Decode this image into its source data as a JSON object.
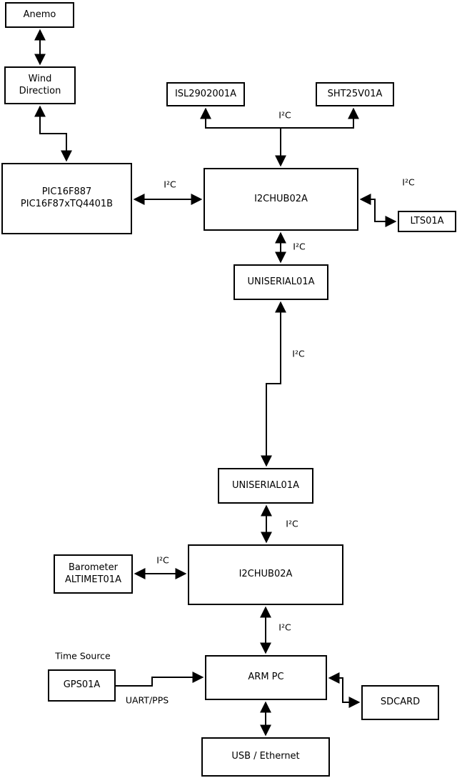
{
  "nodes": {
    "anemo": "Anemo",
    "wind_direction": "Wind\nDirection",
    "pic": "PIC16F887\nPIC16F87xTQ4401B",
    "isl": "ISL2902001A",
    "sht": "SHT25V01A",
    "i2c_hub_top": "I2CHUB02A",
    "lts": "LTS01A",
    "uniserial_top": "UNISERIAL01A",
    "uniserial_bottom": "UNISERIAL01A",
    "i2c_hub_bottom": "I2CHUB02A",
    "barometer": "Barometer\nALTIMET01A",
    "gps": "GPS01A",
    "arm_pc": "ARM PC",
    "sdcard": "SDCARD",
    "usb_ethernet": "USB / Ethernet"
  },
  "edge_labels": {
    "i2c": "I²C",
    "uart_pps": "UART/PPS",
    "time_source": "Time Source"
  },
  "colors": {
    "line": "#000000",
    "background": "#ffffff",
    "box_fill": "#ffffff"
  }
}
